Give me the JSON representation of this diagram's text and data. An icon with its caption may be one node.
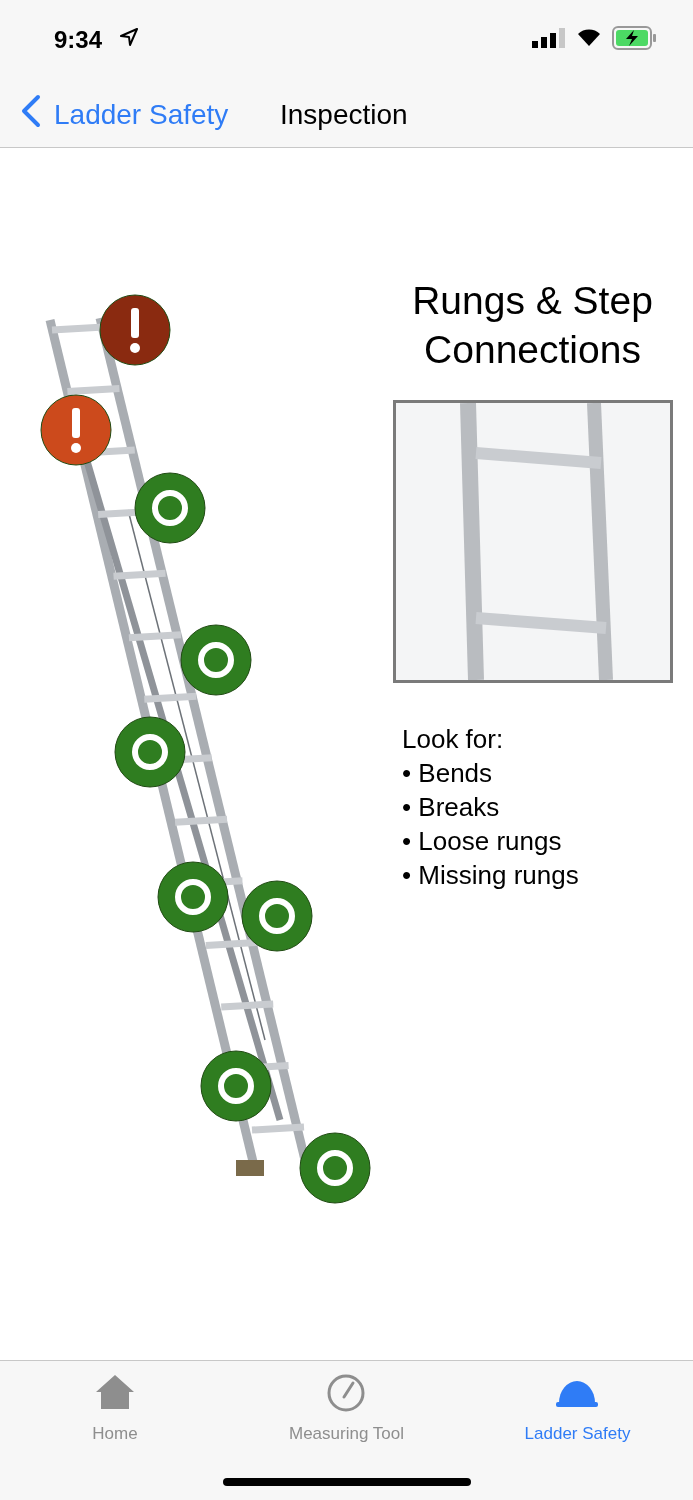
{
  "diagram": {
    "title": "Rungs & Step Connections",
    "labels": [
      "9:34",
      "Ladder Safety",
      "Inspection",
      "Look for:",
      "• Bends",
      "• Breaks",
      "• Loose rungs",
      "• Missing rungs",
      "Home",
      "Measuring Tool",
      "Ladder Safety"
    ]
  }
}
